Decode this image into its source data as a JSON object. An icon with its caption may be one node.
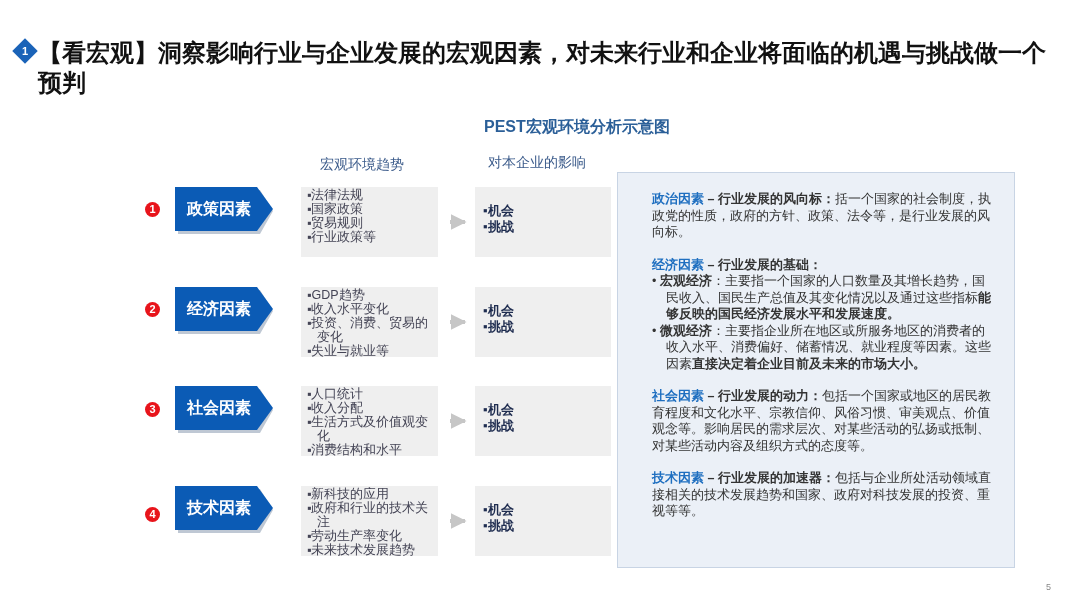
{
  "diagram": {
    "title": "【看宏观】洞察影响行业与企业发展的宏观因素，对未来行业和企业将面临的机遇与挑战做一个预判",
    "nodes": [
      {
        "text": [
          "政策因素"
        ]
      },
      {
        "text": [
          "▪法律法规",
          "▪国家政策",
          "▪贸易规则",
          "▪行业政策等"
        ]
      },
      {
        "text": [
          "▪机会",
          "▪挑战"
        ]
      },
      {
        "text": [
          "经济因素"
        ]
      },
      {
        "text": [
          "▪GDP趋势",
          "▪收入水平变化",
          "▪投资、消费、贸易的变化",
          "▪失业与就业等"
        ]
      },
      {
        "text": [
          "▪机会",
          "▪挑战"
        ]
      },
      {
        "text": [
          "社会因素"
        ]
      },
      {
        "text": [
          "▪人口统计",
          "▪收入分配",
          "▪生活方式及价值观变化",
          "▪消费结构和水平"
        ]
      },
      {
        "text": [
          "▪机会",
          "▪挑战"
        ]
      },
      {
        "text": [
          "技术因素"
        ]
      },
      {
        "text": [
          "▪新科技的应用",
          "▪政府和行业的技术关注",
          "▪劳动生产率变化",
          "▪未来技术发展趋势"
        ]
      },
      {
        "text": [
          "▪机会",
          "▪挑战"
        ]
      },
      {
        "text": [
          "政治因素",
          "**– 行业发展的风向标：**括一个国家的社会制度，执政党的性质，政府的方针、政策、法令等，是行业发展的风向标。",
          "经济因素",
          "**– 行业发展的基础：**",
          "• **宏观经济**：主要指一个国家的人口数量及其增长趋势，国民收入、国民生产总值及其变化情况以及通过这些指标**能够反映的国民经济发展水平和发展速度。**",
          "• **微观经济**：主要指企业所在地区或所服务地区的消费者的收入水平、消费偏好、储蓄情况、就业程度等因素。这些因素**直接决定着企业目前及未来的市场大小。**",
          "社会因素",
          "**– 行业发展的动力：**包括一个国家或地区的居民教育程度和文化水平、宗教信仰、风俗习惯、审美观点、价值观念等。影响居民的需求层次、对某些活动的弘扬或抵制、对某些活动内容及组织方式的态度等。",
          "技术因素",
          "**– 行业发展的加速器：**包括与企业所处活动领域直接相关的技术发展趋势和国家、政府对科技发展的投资、重视等等。"
        ]
      }
    ],
    "edges": [
      {
        "from": 1,
        "to": 2,
        "arrow": "to"
      },
      {
        "from": 4,
        "to": 5,
        "arrow": "to"
      },
      {
        "from": 7,
        "to": 8,
        "arrow": "to"
      },
      {
        "from": 10,
        "to": 11,
        "arrow": "to"
      }
    ],
    "labels": [
      "1",
      "PEST宏观环境分析示意图",
      "宏观环境趋势",
      "对本企业的影响",
      "1",
      "2",
      "3",
      "4",
      "5"
    ]
  }
}
